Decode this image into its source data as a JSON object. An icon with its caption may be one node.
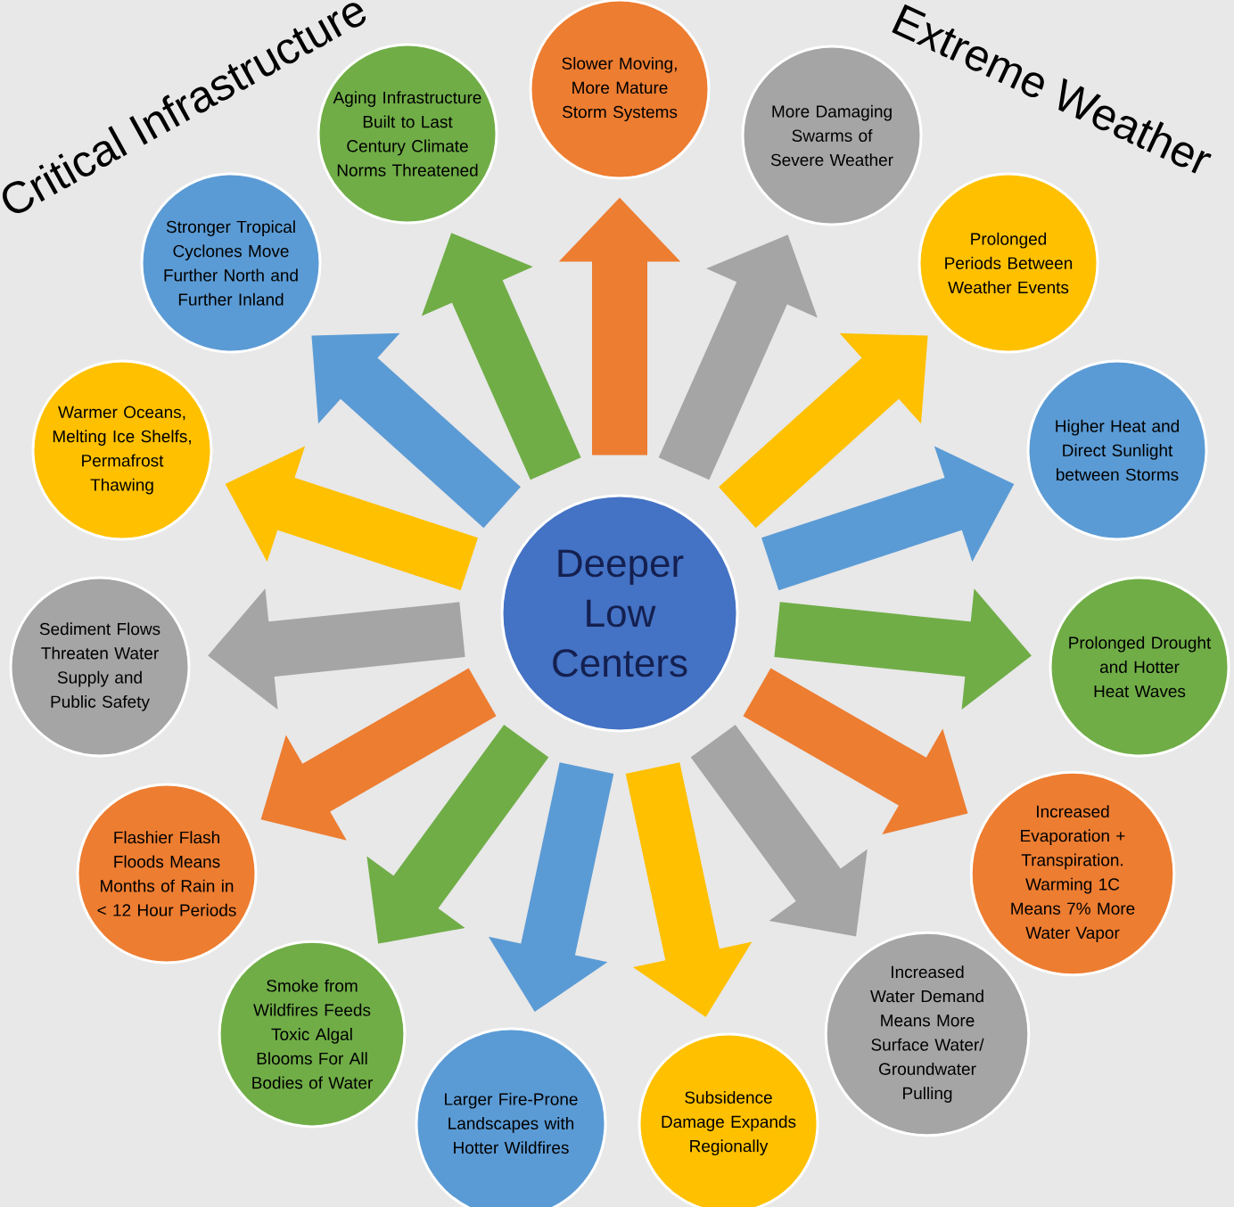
{
  "diagram": {
    "nodes": [
      {
        "text": [
          "Deeper Low Centers"
        ]
      },
      {
        "text": [
          "Aging Infrastructure Built to Last Century Climate Norms Threatened"
        ]
      },
      {
        "text": [
          "Slower Moving, More Mature Storm Systems"
        ]
      },
      {
        "text": [
          "More Damaging Swarms of Severe Weather"
        ]
      },
      {
        "text": [
          "Prolonged Periods Between Weather Events"
        ]
      },
      {
        "text": [
          "Higher Heat and Direct Sunlight between Storms"
        ]
      },
      {
        "text": [
          "Prolonged Drought and Hotter Heat Waves"
        ]
      },
      {
        "text": [
          "Increased Evaporation + Transpiration. Warming 1C Means 7% More Water Vapor"
        ]
      },
      {
        "text": [
          "Increased Water Demand Means More Surface Water/ Groundwater Pulling"
        ]
      },
      {
        "text": [
          "Subsidence Damage Expands Regionally"
        ]
      },
      {
        "text": [
          "Larger Fire-Prone Landscapes with Hotter Wildfires"
        ]
      },
      {
        "text": [
          "Smoke from Wildfires Feeds Toxic Algal Blooms For All Bodies of Water"
        ]
      },
      {
        "text": [
          "Flashier Flash Floods Means Months of Rain in < 12 Hour Periods"
        ]
      },
      {
        "text": [
          "Sediment Flows Threaten Water Supply and Public Safety"
        ]
      },
      {
        "text": [
          "Warmer Oceans, Melting Ice Shelfs, Permafrost Thawing"
        ]
      },
      {
        "text": [
          "Stronger Tropical Cyclones Move Further North and Further Inland"
        ]
      }
    ],
    "edges": [
      {
        "from": 0,
        "to": 1,
        "arrow": "to",
        "color": "#70ad47"
      },
      {
        "from": 0,
        "to": 2,
        "arrow": "to",
        "color": "#ed7d31"
      },
      {
        "from": 0,
        "to": 3,
        "arrow": "to",
        "color": "#a5a5a5"
      },
      {
        "from": 0,
        "to": 4,
        "arrow": "to",
        "color": "#ffc000"
      },
      {
        "from": 0,
        "to": 5,
        "arrow": "to",
        "color": "#5b9bd5"
      },
      {
        "from": 0,
        "to": 6,
        "arrow": "to",
        "color": "#70ad47"
      },
      {
        "from": 0,
        "to": 7,
        "arrow": "to",
        "color": "#ed7d31"
      },
      {
        "from": 0,
        "to": 8,
        "arrow": "to",
        "color": "#a5a5a5"
      },
      {
        "from": 0,
        "to": 9,
        "arrow": "to",
        "color": "#ffc000"
      },
      {
        "from": 0,
        "to": 10,
        "arrow": "to",
        "color": "#5b9bd5"
      },
      {
        "from": 0,
        "to": 11,
        "arrow": "to",
        "color": "#70ad47"
      },
      {
        "from": 0,
        "to": 12,
        "arrow": "to",
        "color": "#ed7d31"
      },
      {
        "from": 0,
        "to": 13,
        "arrow": "to",
        "color": "#a5a5a5"
      },
      {
        "from": 0,
        "to": 14,
        "arrow": "to",
        "color": "#ffc000"
      },
      {
        "from": 0,
        "to": 15,
        "arrow": "to",
        "color": "#5b9bd5"
      }
    ],
    "labels": [
      "Critical Infrastructure",
      "Extreme Weather"
    ]
  }
}
